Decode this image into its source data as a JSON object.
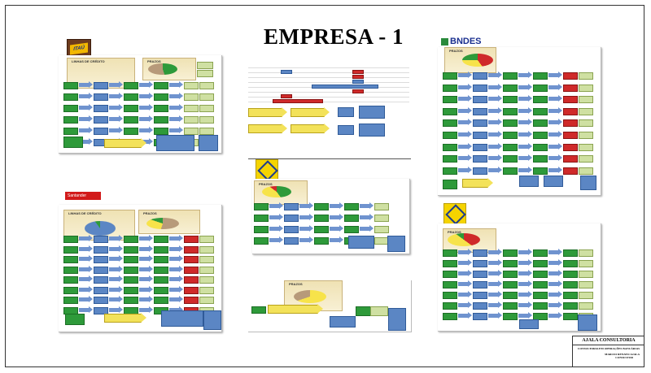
{
  "page": {
    "title": "EMPRESA - 1"
  },
  "panels": {
    "itau": {
      "logo": "ITAÚ",
      "chart1_label": "LINHAS DE CRÉDITO",
      "chart2_label": "PRAZOS"
    },
    "bndes": {
      "logo": "BNDES",
      "chart_label": "PRAZOS"
    },
    "bb": {
      "chart_label": "PRAZOS"
    },
    "bb2": {
      "chart_label": "PRAZOS"
    },
    "santander": {
      "logo": "Santander",
      "chart1_label": "LINHAS DE CRÉDITO",
      "chart2_label": "PRAZOS"
    },
    "bradesco": {
      "chart_label": "PRAZOS"
    }
  },
  "footer": {
    "company": "AJALA CONSULTORIA",
    "tagline": "CONSULTORIA EM OPERAÇÕES BANCÁRIAS",
    "consultant": "MARCIO RENATO AJALA",
    "role": "CONSULTOR"
  },
  "colors": {
    "green": "#2e9a3a",
    "blue": "#5b86c4",
    "yellow": "#f7e34a",
    "red": "#cf2a2a"
  }
}
